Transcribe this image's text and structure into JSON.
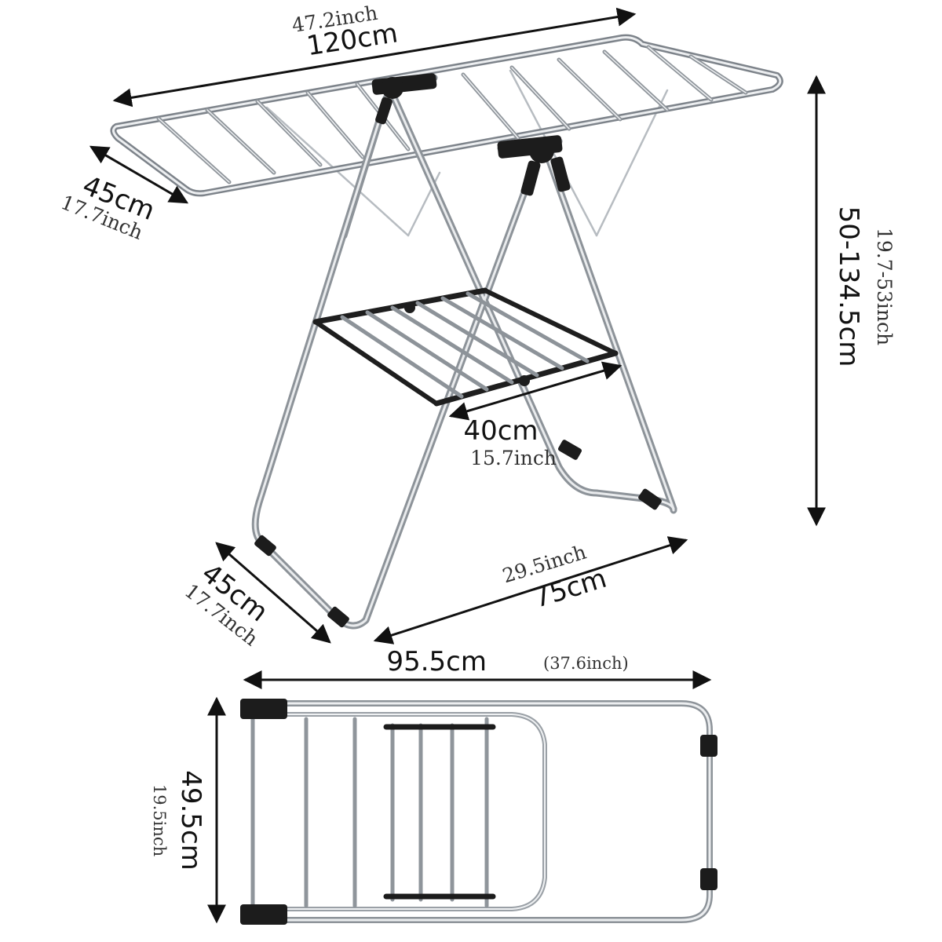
{
  "colors": {
    "background": "#ffffff",
    "steel": "#9aa0a6",
    "steel_light": "#e6e8ea",
    "plastic": "#1c1c1c",
    "dimension_line": "#111111"
  },
  "dimensions": {
    "top_length": {
      "metric": "120cm",
      "imperial": "47.2inch"
    },
    "wing_depth": {
      "metric": "45cm",
      "imperial": "17.7inch"
    },
    "height": {
      "metric": "50-134.5cm",
      "imperial": "19.7-53inch"
    },
    "shelf_width": {
      "metric": "40cm",
      "imperial": "15.7inch"
    },
    "base_width": {
      "metric": "75cm",
      "imperial": "29.5inch"
    },
    "base_depth": {
      "metric": "45cm",
      "imperial": "17.7inch"
    },
    "folded_length": {
      "metric": "95.5cm",
      "imperial": "(37.6inch)"
    },
    "folded_width": {
      "metric": "49.5cm",
      "imperial": "19.5inch"
    }
  },
  "icons": {
    "rack_view": "drying-rack-illustration",
    "folded_view": "folded-rack-illustration",
    "arrows": "dimension-arrow-icon"
  }
}
